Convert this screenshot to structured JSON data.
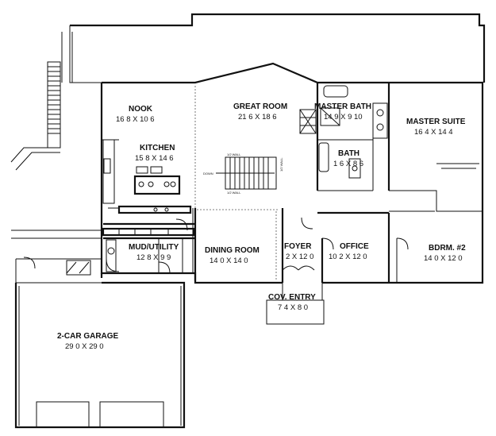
{
  "rooms": {
    "nook": {
      "name": "NOOK",
      "dims": "16 8 X 10 6"
    },
    "kitchen": {
      "name": "KITCHEN",
      "dims": "15 8 X 14 6"
    },
    "great_room": {
      "name": "GREAT ROOM",
      "dims": "21 6 X 18 6"
    },
    "master_bath": {
      "name": "MASTER BATH",
      "dims": "14 9 X 9 10"
    },
    "master_suite": {
      "name": "MASTER SUITE",
      "dims": "16 4 X 14 4"
    },
    "bath": {
      "name": "BATH",
      "dims": "1 6 X 8 6"
    },
    "mud_utility": {
      "name": "MUD/UTILITY",
      "dims": "12 8 X 9 9"
    },
    "dining_room": {
      "name": "DINING ROOM",
      "dims": "14 0 X 14 0"
    },
    "foyer": {
      "name": "FOYER",
      "dims": "2 X 12 0"
    },
    "office": {
      "name": "OFFICE",
      "dims": "10 2 X 12 0"
    },
    "bedroom2": {
      "name": "BDRM. #2",
      "dims": "14 0 X 12 0"
    },
    "cov_entry": {
      "name": "COV. ENTRY",
      "dims": "7 4 X 8 0"
    },
    "garage": {
      "name": "2-CAR GARAGE",
      "dims": "29 0 X 29 0"
    }
  },
  "labels": {
    "stair_down": "DOWN",
    "half_wall_top": "1/2 WALL",
    "half_wall_bottom": "1/2 WALL",
    "half_wall_side": "1/2 WALL"
  }
}
